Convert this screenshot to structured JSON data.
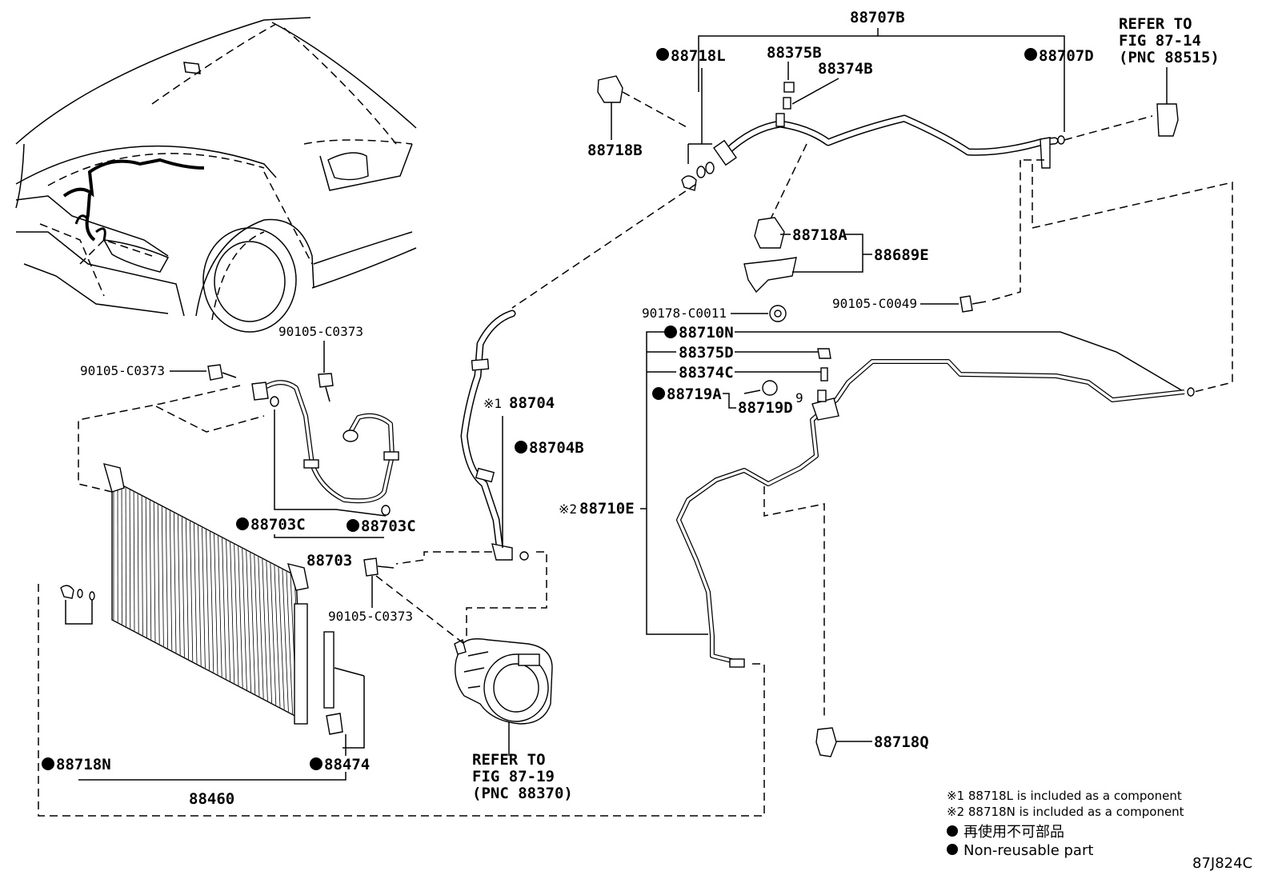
{
  "diagram_code": "87J824C",
  "labels": {
    "p88707B": "88707B",
    "p88718L": "88718L",
    "p88375B": "88375B",
    "p88374B": "88374B",
    "p88707D": "88707D",
    "refer_top_1": "REFER TO",
    "refer_top_2": "FIG 87-14",
    "refer_top_3": "(PNC 88515)",
    "p88718B": "88718B",
    "p88718A": "88718A",
    "p88689E": "88689E",
    "p90178": "90178-C0011",
    "p90105_c0049": "90105-C0049",
    "p88710N": "88710N",
    "p88375D": "88375D",
    "p88374C": "88374C",
    "p88719A": "88719A",
    "p88719D": "88719D",
    "p88704": "88704",
    "p88704_mark": "※1",
    "p88704B": "88704B",
    "p88710E": "88710E",
    "p88710E_mark": "※2",
    "p90105_a": "90105-C0373",
    "p90105_b": "90105-C0373",
    "p90105_c": "90105-C0373",
    "p88703C_a": "88703C",
    "p88703C_b": "88703C",
    "p88703": "88703",
    "p88718N": "88718N",
    "p88474": "88474",
    "p88460": "88460",
    "refer_bot_1": "REFER TO",
    "refer_bot_2": "FIG 87-19",
    "refer_bot_3": "(PNC 88370)",
    "p88718Q": "88718Q"
  },
  "notes": {
    "n1": "※1 88718L is included as a component",
    "n2": "※2 88718N is included as a component",
    "n3": "再使用不可部品",
    "n4": "Non-reusable part"
  }
}
